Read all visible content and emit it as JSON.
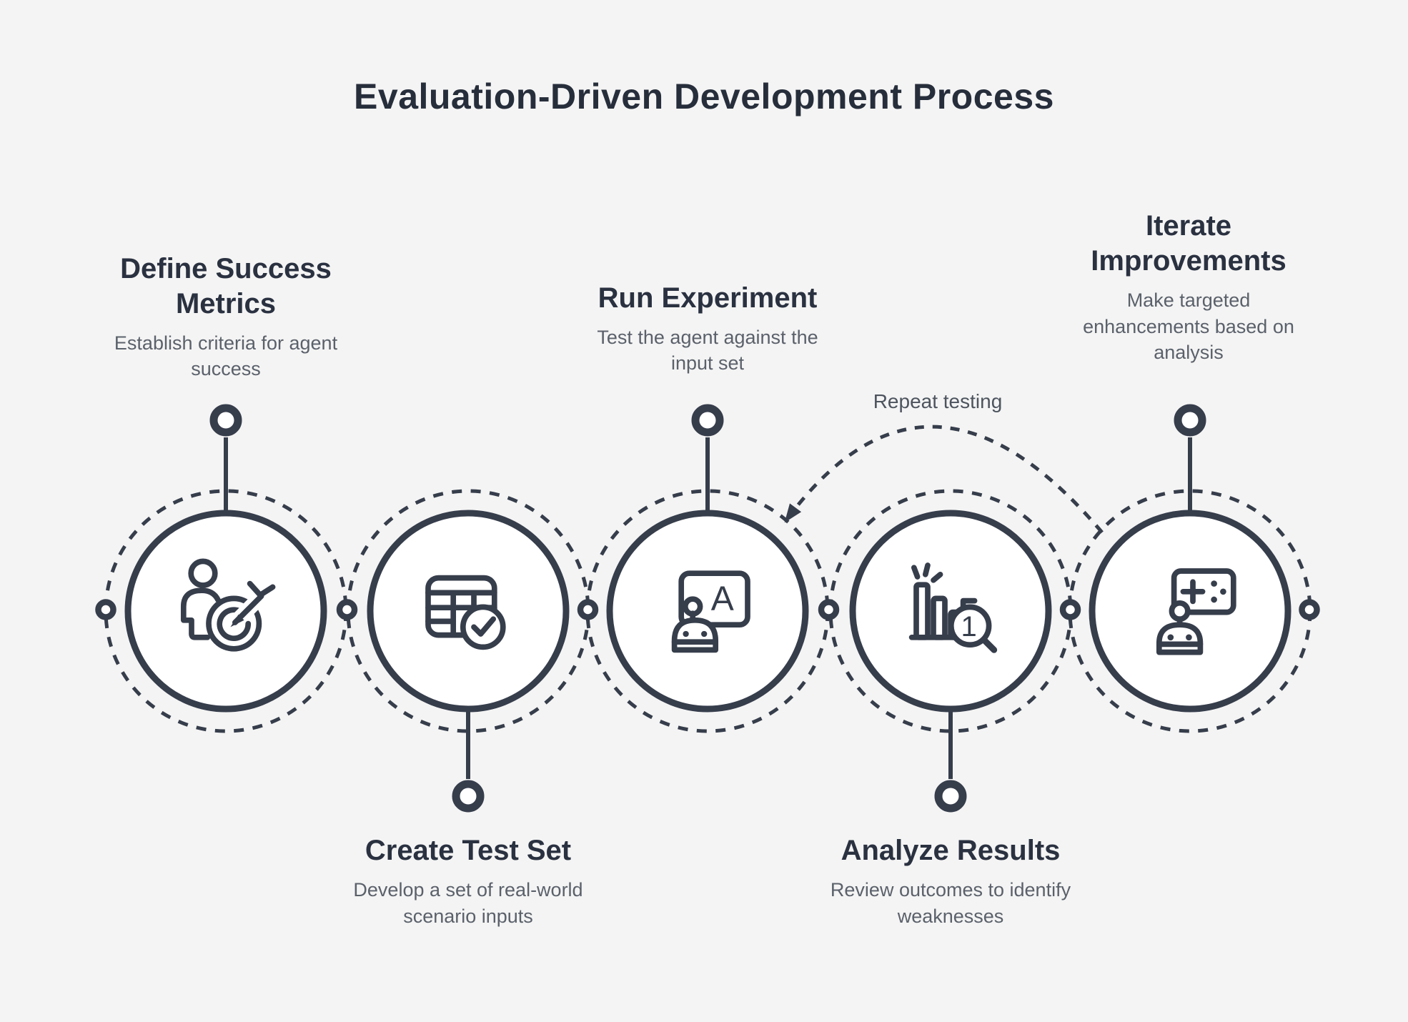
{
  "title": "Evaluation-Driven Development Process",
  "repeat_label": "Repeat testing",
  "colors": {
    "background": "#f4f4f4",
    "stroke": "#363d4b",
    "heading_text": "#2a3140",
    "body_text": "#5b616b",
    "circle_fill": "#ffffff"
  },
  "icon_glyphs": {
    "screen_letter": "A",
    "magnifier_number": "1"
  },
  "steps": [
    {
      "title": "Define Success Metrics",
      "description": "Establish criteria for agent success",
      "icon": "person-target-icon",
      "label_position": "top"
    },
    {
      "title": "Create Test Set",
      "description": "Develop a set of real-world scenario inputs",
      "icon": "table-checkmark-icon",
      "label_position": "bottom"
    },
    {
      "title": "Run Experiment",
      "description": "Test the agent against the input set",
      "icon": "robot-screen-icon",
      "label_position": "top"
    },
    {
      "title": "Analyze Results",
      "description": "Review outcomes to identify weaknesses",
      "icon": "bar-chart-magnifier-icon",
      "label_position": "bottom"
    },
    {
      "title": "Iterate Improvements",
      "description": "Make targeted enhancements based on analysis",
      "icon": "robot-improvement-icon",
      "label_position": "top"
    }
  ]
}
